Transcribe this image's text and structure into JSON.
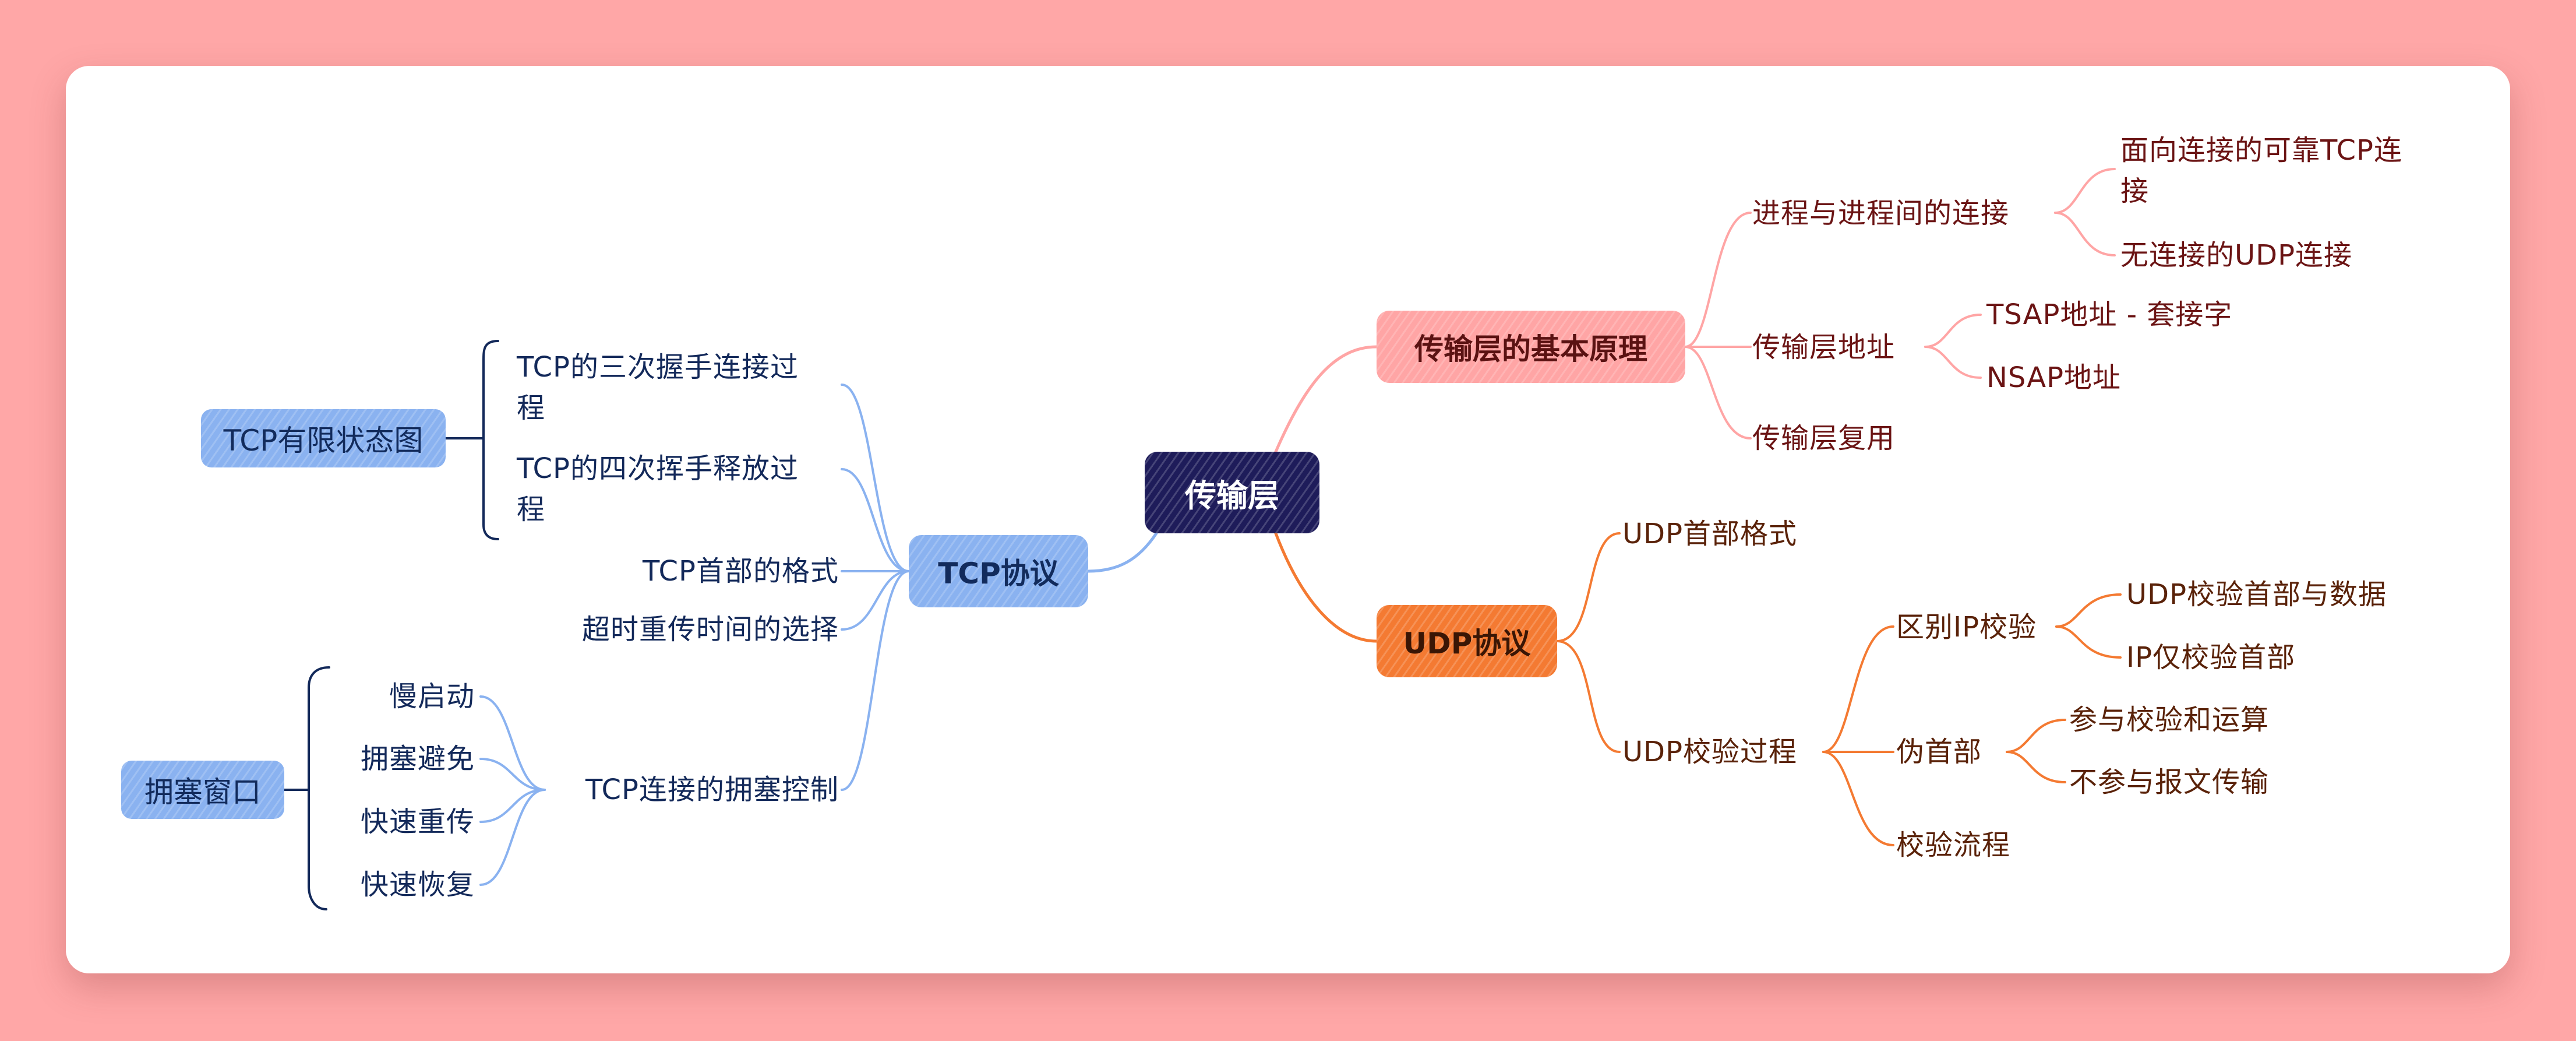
{
  "mindmap": {
    "root": "传输层",
    "principle": {
      "label": "传输层的基本原理",
      "process": {
        "label": "进程与进程间的连接",
        "tcp_conn_line1": "面向连接的可靠TCP连",
        "tcp_conn_line2": "接",
        "udp_conn": "无连接的UDP连接"
      },
      "address": {
        "label": "传输层地址",
        "tsap": "TSAP地址 - 套接字",
        "nsap": "NSAP地址"
      },
      "multiplex": "传输层复用"
    },
    "udp": {
      "label": "UDP协议",
      "header": "UDP首部格式",
      "checksum": {
        "label": "UDP校验过程",
        "diff": {
          "label": "区别IP校验",
          "item1": "UDP校验首部与数据",
          "item2": "IP仅校验首部"
        },
        "pseudo": {
          "label": "伪首部",
          "item1": "参与校验和运算",
          "item2": "不参与报文传输"
        },
        "flow": "校验流程"
      }
    },
    "tcp": {
      "label": "TCP协议",
      "handshake_line1": "TCP的三次握手连接过",
      "handshake_line2": "程",
      "wave_line1": "TCP的四次挥手释放过",
      "wave_line2": "程",
      "fsm": "TCP有限状态图",
      "header": "TCP首部的格式",
      "timeout": "超时重传时间的选择",
      "congestion": {
        "label": "TCP连接的拥塞控制",
        "slow_start": "慢启动",
        "avoid": "拥塞避免",
        "fast_retx": "快速重传",
        "fast_recovery": "快速恢复",
        "window": "拥塞窗口"
      }
    }
  },
  "colors": {
    "background": "#ffa7a7",
    "root": "#1e1c5a",
    "principle": "#ffa5a5",
    "udp": "#f47a32",
    "tcp": "#8ab2f0"
  }
}
